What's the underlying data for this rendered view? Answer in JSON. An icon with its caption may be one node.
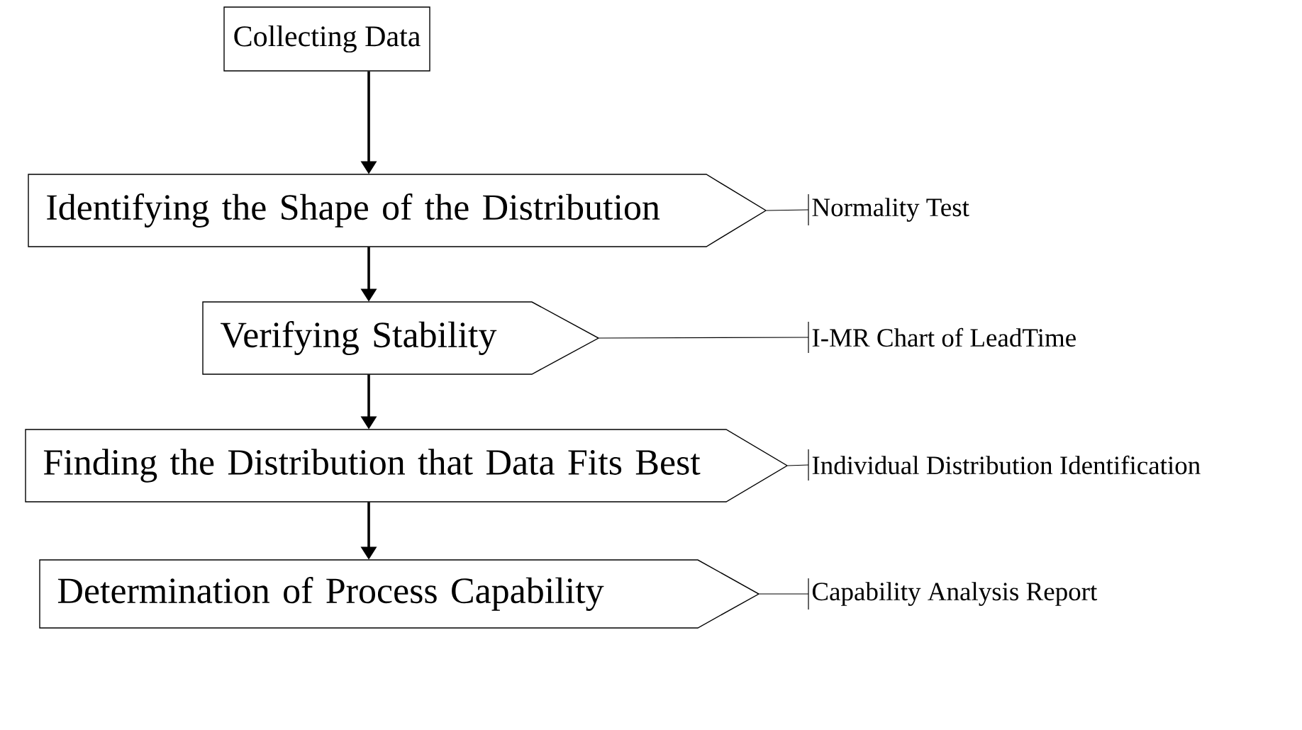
{
  "diagram": {
    "nodes": [
      {
        "text": [
          "Collecting Data"
        ]
      },
      {
        "text": [
          "Identifying the Shape of the Distribution"
        ]
      },
      {
        "text": [
          "Verifying Stability"
        ]
      },
      {
        "text": [
          "Finding the Distribution that Data Fits Best"
        ]
      },
      {
        "text": [
          "Determination of Process Capability"
        ]
      },
      {
        "text": [
          "Normality Test"
        ]
      },
      {
        "text": [
          "I-MR Chart of LeadTime"
        ]
      },
      {
        "text": [
          "Individual Distribution Identification"
        ]
      },
      {
        "text": [
          "Capability Analysis Report"
        ]
      }
    ],
    "edges": [
      {
        "from": 0,
        "to": 1,
        "arrow": "to"
      },
      {
        "from": 1,
        "to": 2,
        "arrow": "to"
      },
      {
        "from": 2,
        "to": 3,
        "arrow": "to"
      },
      {
        "from": 3,
        "to": 4,
        "arrow": "to"
      },
      {
        "from": 1,
        "to": 5,
        "arrow": "none"
      },
      {
        "from": 2,
        "to": 6,
        "arrow": "none"
      },
      {
        "from": 3,
        "to": 7,
        "arrow": "none"
      },
      {
        "from": 4,
        "to": 8,
        "arrow": "none"
      }
    ]
  }
}
